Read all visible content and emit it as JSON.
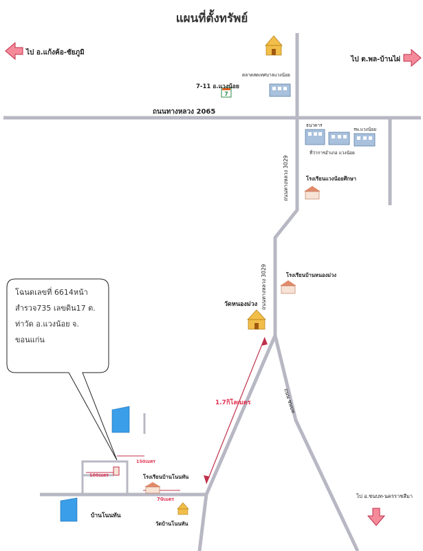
{
  "title": "แผนที่ตั้งทรัพย์",
  "directions": {
    "left_top": "ไป อ.แก้งค้อ-ชัยภูมิ",
    "right_top": "ไป ต.พล-บ้านไผ่",
    "bottom_right": "ไป อ.ชนบท-นครราชสีมา"
  },
  "roads": {
    "highway_2065": "ถนนทางหลวง 2065",
    "road_3029_upper": "ถนนทางหลวง 3029",
    "road_3029_lower": "ถนนทางหลวง 3029",
    "road_lower_right": "ถนน ชนบท"
  },
  "places": {
    "seven_eleven": "7-11 อ.แวงน้อย",
    "market": "ตลาดสดเทศบาลแวงน้อย",
    "bank": "ธนาคาร",
    "district_hospital": "รพ.แวงน้อย",
    "district_office": "ที่ว่าการอำเภอ แวงน้อย",
    "school_upper": "โรงเรียนแวงน้อยศึกษา",
    "school_middle": "โรงเรียนบ้านหนองม่วง",
    "temple_nong_muang": "วัดหนองม่วง",
    "school_lower": "โรงเรียนบ้านโนนทัน",
    "village": "บ้านโนนทัน",
    "temple_lower": "วัดบ้านโนนทัน"
  },
  "distances": {
    "main": "1.7กิโลเมตร",
    "near_top": "150เมตร",
    "near_side": "100เมตร",
    "near_bottom": "70เมตร"
  },
  "callout_text": "โฉนดเลขที่ 6614หน้า\nสำรวจ735 เลขดิน17 ต.\nท่าวัด อ.แวงน้อย จ.\nขอนแก่น",
  "colors": {
    "road": "#b8b8c4",
    "arrow_fill": "#f48a9a",
    "arrow_stroke": "#c0304a",
    "distance_text": "#e23050",
    "building": "#a9c1dc",
    "temple": "#f2be4a",
    "school_roof": "#e08a6a",
    "land_plot": "#3a9ee8"
  }
}
